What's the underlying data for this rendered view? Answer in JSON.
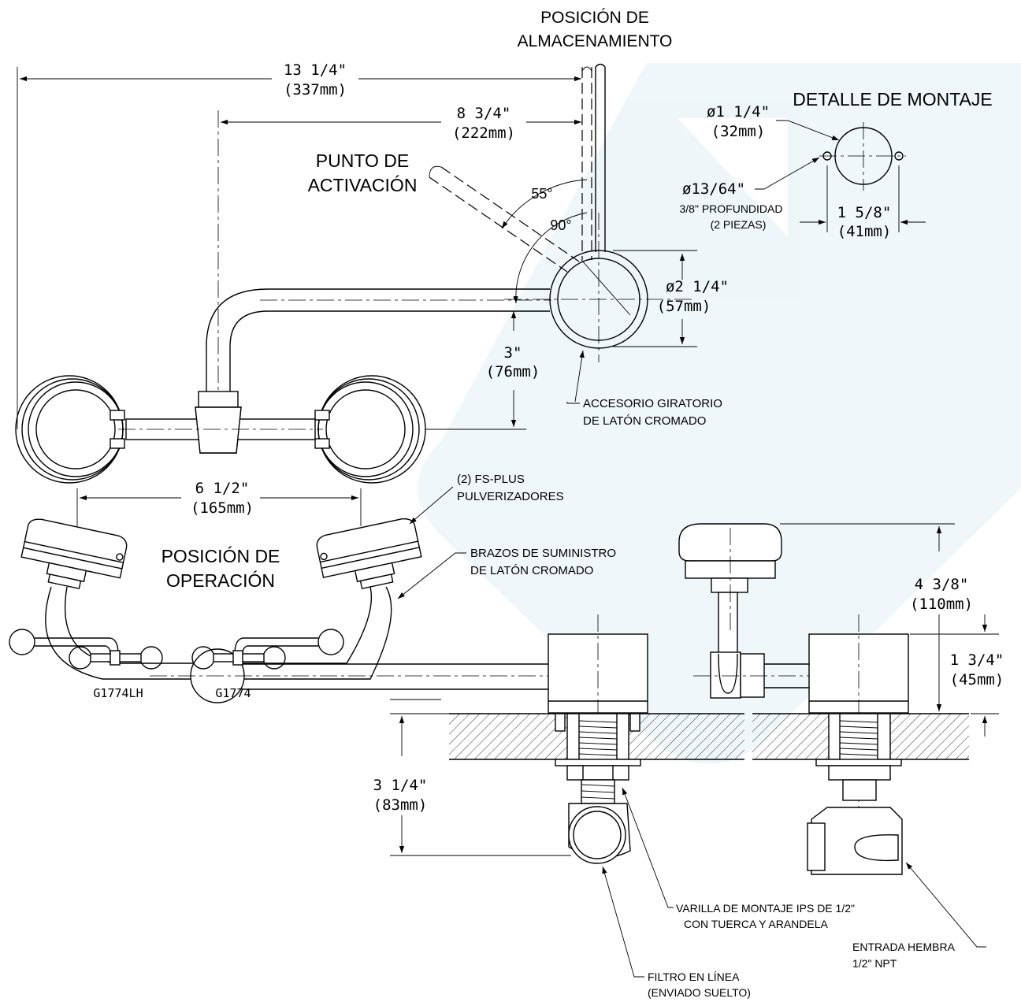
{
  "labels": {
    "storage_1": "POSICIÓN DE",
    "storage_2": "ALMACENAMIENTO",
    "mount_detail": "DETALLE DE MONTAJE",
    "activation_1": "PUNTO DE",
    "activation_2": "ACTIVACIÓN",
    "operation_1": "POSICIÓN DE",
    "operation_2": "OPERACIÓN",
    "depth": "3/8\" PROFUNDIDAD",
    "pieces": "(2 PIEZAS)",
    "swivel_1": "ACCESORIO GIRATORIO",
    "swivel_2": "DE LATÓN CROMADO",
    "sprays_1": "(2) FS-PLUS",
    "sprays_2": "PULVERIZADORES",
    "arms_1": "BRAZOS DE SUMINISTRO",
    "arms_2": "DE LATÓN CROMADO",
    "shank_1": "VARILLA DE MONTAJE IPS DE 1/2\"",
    "shank_2": "CON TUERCA Y ARANDELA",
    "inlet_1": "ENTRADA HEMBRA",
    "inlet_2": "1/2\" NPT",
    "filter_1": "FILTRO EN LÍNEA",
    "filter_2": "(ENVIADO SUELTO)",
    "model_lh": "G1774LH",
    "model_rh": "G1774"
  },
  "dimensions": {
    "d13_in": "13 1/4\"",
    "d13_mm": "(337mm)",
    "d8_in": "8 3/4\"",
    "d8_mm": "(222mm)",
    "d114_in": "ø1 1/4\"",
    "d114_mm": "(32mm)",
    "d1364": "ø13/64\"",
    "d158_in": "1 5/8\"",
    "d158_mm": "(41mm)",
    "a55": "55°",
    "a90": "90°",
    "d214_in": "ø2 1/4\"",
    "d214_mm": "(57mm)",
    "d3_in": "3\"",
    "d3_mm": "(76mm)",
    "d612_in": "6 1/2\"",
    "d612_mm": "(165mm)",
    "d438_in": "4 3/8\"",
    "d438_mm": "(110mm)",
    "d134_in": "1 3/4\"",
    "d134_mm": "(45mm)",
    "d314_in": "3 1/4\"",
    "d314_mm": "(83mm)"
  }
}
